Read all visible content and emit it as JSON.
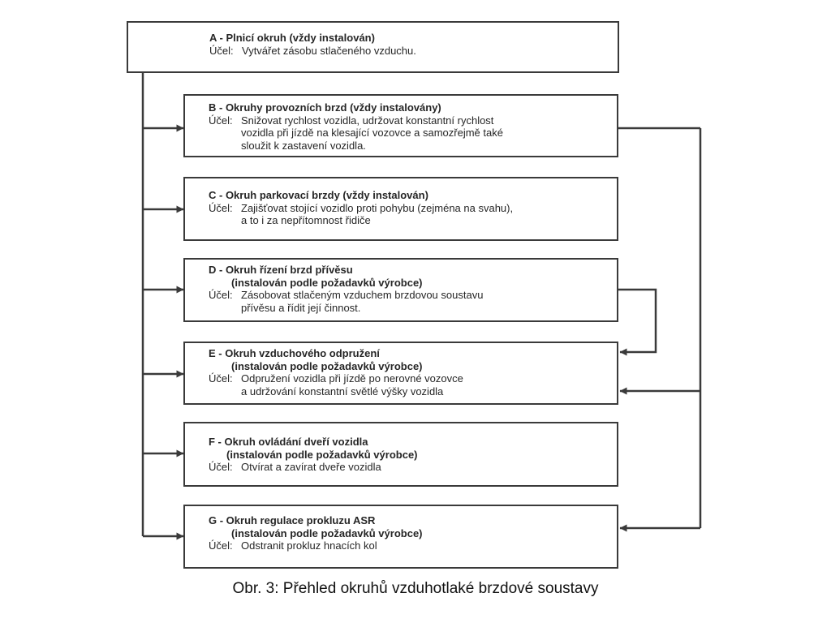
{
  "diagram": {
    "box_a": {
      "title": "A - Plnicí okruh (vždy instalován)",
      "purpose_label": "Účel:",
      "purpose_lines": [
        "Vytvářet zásobu stlačeného vzduchu."
      ]
    },
    "box_b": {
      "title": "B - Okruhy provozních brzd (vždy instalovány)",
      "purpose_label": "Účel:",
      "purpose_lines": [
        "Snižovat rychlost vozidla, udržovat konstantní rychlost",
        "vozidla při jízdě na klesající vozovce a samozřejmě také",
        "sloužit k zastavení vozidla."
      ]
    },
    "box_c": {
      "title": "C - Okruh parkovací brzdy (vždy instalován)",
      "purpose_label": "Účel:",
      "purpose_lines": [
        "Zajišťovat stojící vozidlo proti pohybu (zejména na svahu),",
        "a to i za nepřítomnost řidiče"
      ]
    },
    "box_d": {
      "title": "D - Okruh řízení brzd přívěsu",
      "subtitle": "(instalován podle požadavků výrobce)",
      "purpose_label": "Účel:",
      "purpose_lines": [
        "Zásobovat stlačeným vzduchem brzdovou soustavu",
        "přívěsu a řídit její činnost."
      ]
    },
    "box_e": {
      "title": "E - Okruh vzduchového odpružení",
      "subtitle": "(instalován podle požadavků výrobce)",
      "purpose_label": "Účel:",
      "purpose_lines": [
        "Odpružení vozidla při jízdě po nerovné vozovce",
        "a udržování konstantní světlé výšky vozidla"
      ]
    },
    "box_f": {
      "title": "F - Okruh ovládání dveří vozidla",
      "subtitle": "(instalován podle požadavků výrobce)",
      "purpose_label": "Účel:",
      "purpose_lines": [
        "Otvírat a zavírat dveře vozidla"
      ]
    },
    "box_g": {
      "title": "G - Okruh regulace prokluzu ASR",
      "subtitle": "(instalován podle požadavků výrobce)",
      "purpose_label": "Účel:",
      "purpose_lines": [
        "Odstranit prokluz hnacích kol"
      ]
    }
  },
  "caption": "Obr. 3: Přehled okruhů vzduhotlaké brzdové soustavy"
}
